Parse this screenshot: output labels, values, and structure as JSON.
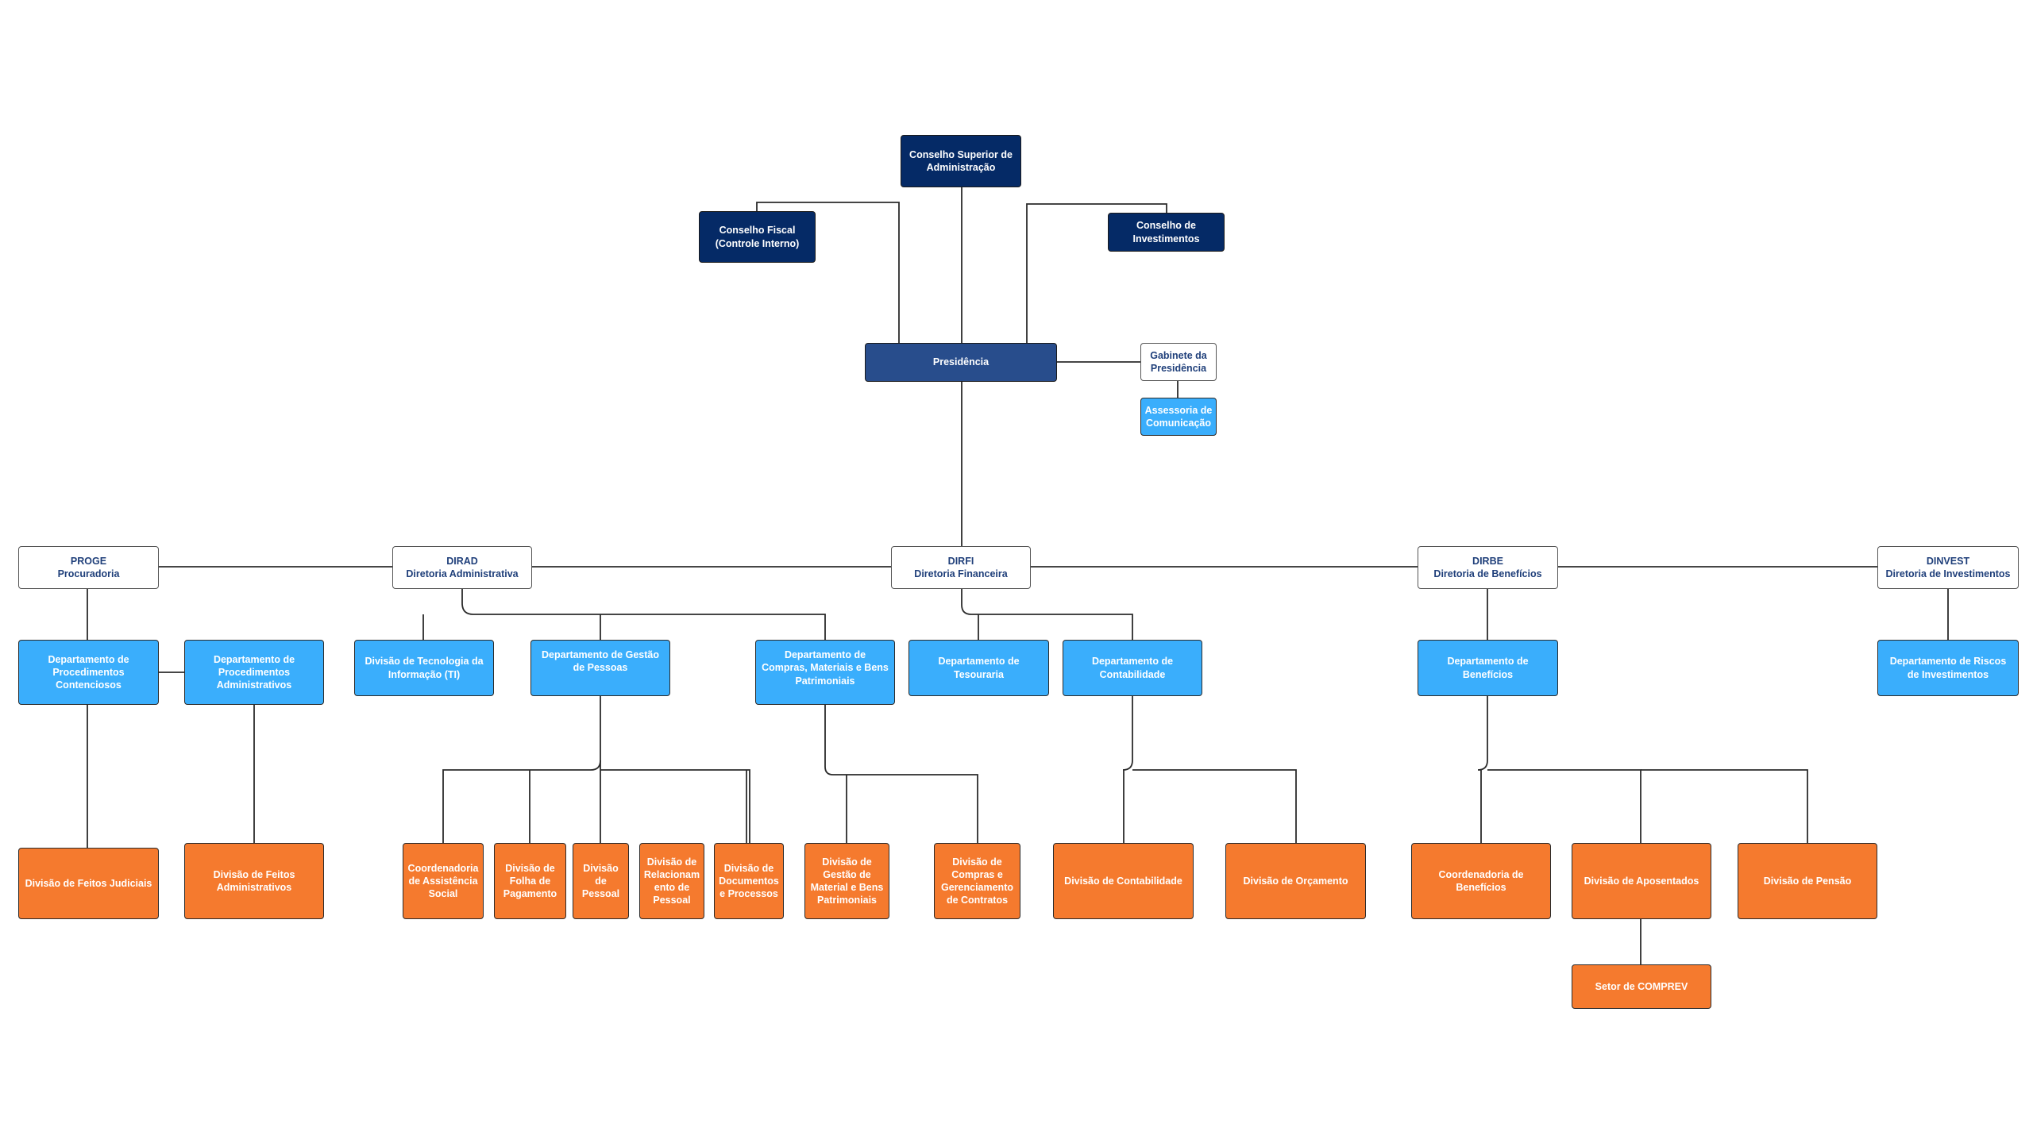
{
  "nodes": {
    "conselho_superior": "Conselho Superior de\nAdministração",
    "conselho_fiscal": "Conselho Fiscal\n(Controle Interno)",
    "conselho_investimentos": "Conselho de\nInvestimentos",
    "presidencia": "Presidência",
    "gabinete": "Gabinete da\nPresidência",
    "assessoria": "Assessoria de\nComunicação",
    "proge": "PROGE\nProcuradoria",
    "dirad": "DIRAD\nDiretoria Administrativa",
    "dirfi": "DIRFI\nDiretoria Financeira",
    "dirbe": "DIRBE\nDiretoria de Benefícios",
    "dinvest": "DINVEST\nDiretoria de Investimentos",
    "dep_contenciosos": "Departamento de\nProcedimentos\nContenciosos",
    "dep_administrativos": "Departamento de\nProcedimentos\nAdministrativos",
    "div_ti": "Divisão de Tecnologia da\nInformação (TI)",
    "dep_gestao_pessoas": "Departamento de Gestão\nde Pessoas",
    "dep_compras": "Departamento de\nCompras, Materiais e Bens\nPatrimoniais",
    "dep_tesouraria": "Departamento de\nTesouraria",
    "dep_contabilidade": "Departamento de\nContabilidade",
    "dep_beneficios": "Departamento de\nBenefícios",
    "dep_riscos": "Departamento de Riscos\nde Investimentos",
    "div_feitos_judiciais": "Divisão de Feitos Judiciais",
    "div_feitos_admin": "Divisão de Feitos\nAdministrativos",
    "coord_assistencia": "Coordenadoria\nde Assistência\nSocial",
    "div_folha": "Divisão de\nFolha de\nPagamento",
    "div_pessoal": "Divisão\nde\nPessoal",
    "div_relacionamento": "Divisão de\nRelacionam\nento de\nPessoal",
    "div_documentos": "Divisão de\nDocumentos\ne Processos",
    "div_gestao_material": "Divisão de\nGestão de\nMaterial e Bens\nPatrimoniais",
    "div_compras_contratos": "Divisão de\nCompras e\nGerenciamento\nde Contratos",
    "div_contabilidade": "Divisão de Contabilidade",
    "div_orcamento": "Divisão de Orçamento",
    "coord_beneficios": "Coordenadoria de\nBenefícios",
    "div_aposentados": "Divisão de Aposentados",
    "div_pensao": "Divisão de Pensão",
    "setor_comprev": "Setor de COMPREV"
  },
  "colors": {
    "dark_navy": "#052a66",
    "navy": "#284d8c",
    "light_blue": "#3aaefc",
    "orange": "#f57a2e",
    "white_box_text": "#1f3f7a",
    "connector": "#2b2b2b"
  }
}
